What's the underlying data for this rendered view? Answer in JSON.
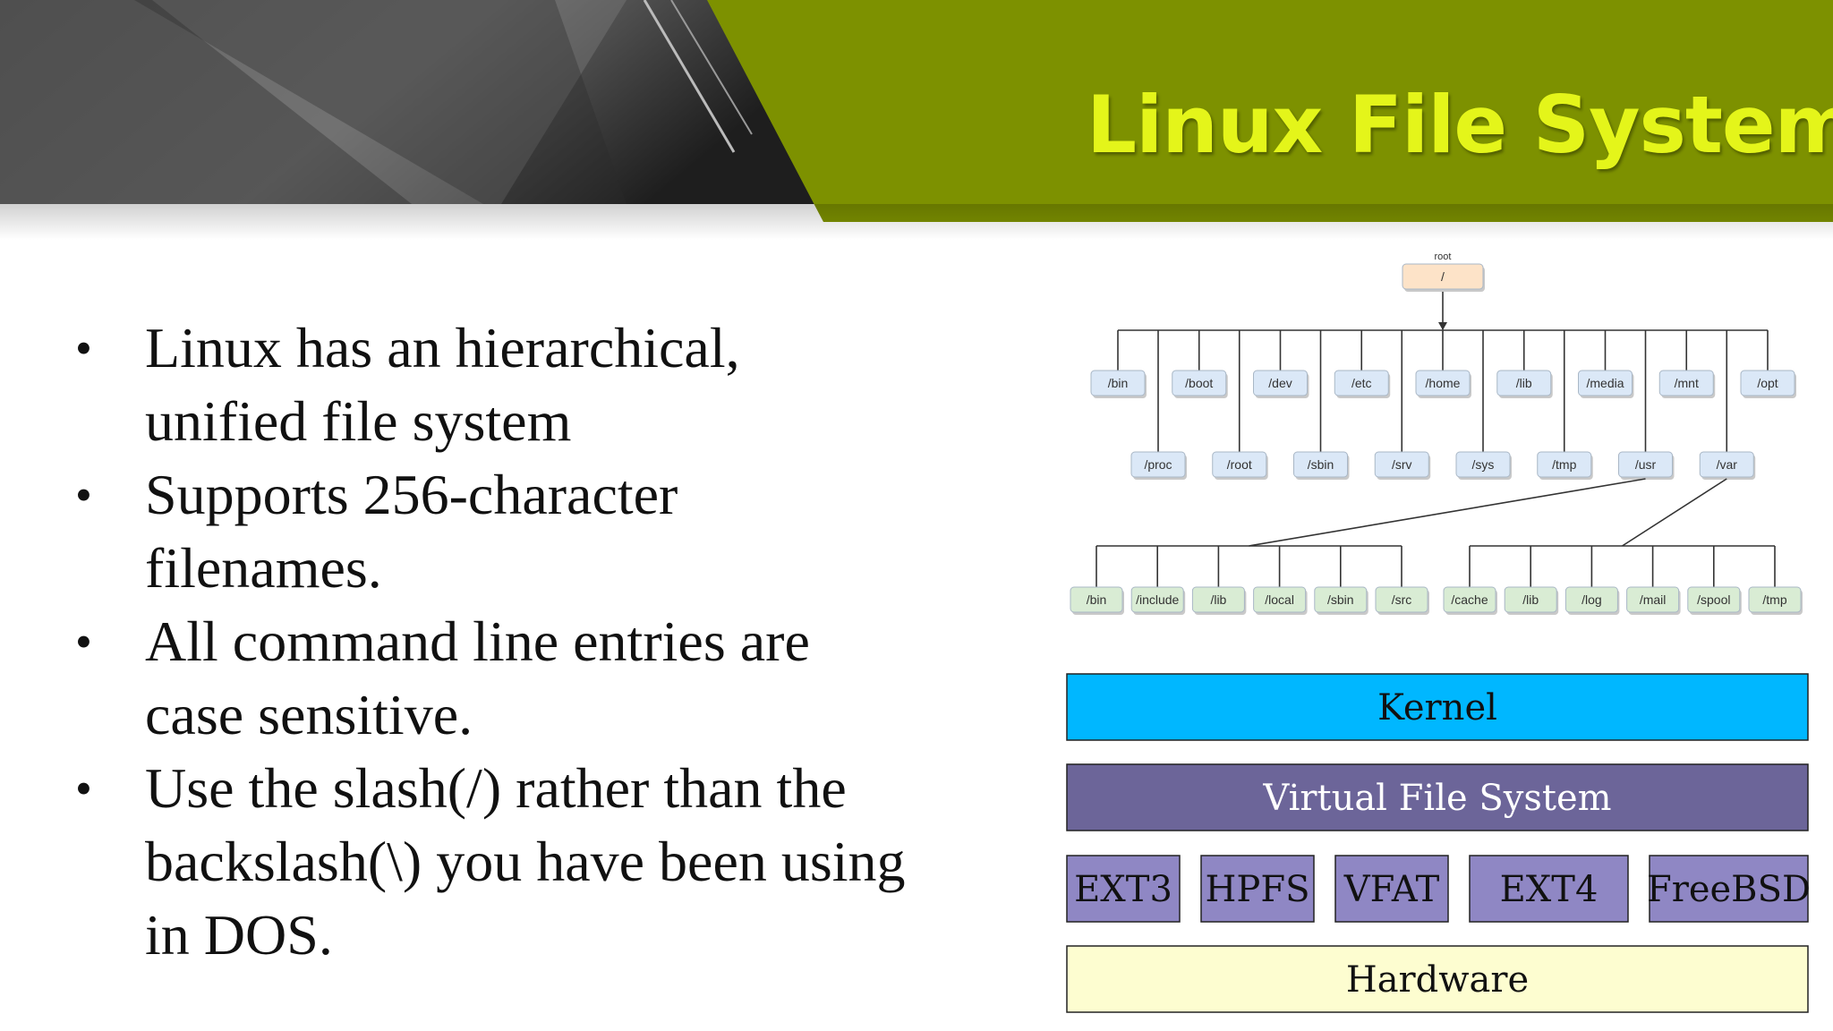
{
  "title": "Linux File System",
  "bullets": [
    {
      "lines": [
        "Linux has an hierarchical,",
        "unified file system"
      ]
    },
    {
      "lines": [
        "Supports 256-character",
        "filenames."
      ]
    },
    {
      "lines": [
        "All command line entries are",
        "case sensitive."
      ]
    },
    {
      "lines": [
        "Use the slash(/) rather than the",
        "backslash(\\) you have been using",
        "in DOS."
      ]
    }
  ],
  "tree": {
    "root_caption": "root",
    "root_label": "/",
    "level1_top": [
      "/bin",
      "/boot",
      "/dev",
      "/etc",
      "/home",
      "/lib",
      "/media",
      "/mnt",
      "/opt"
    ],
    "level1_bottom": [
      "/proc",
      "/root",
      "/sbin",
      "/srv",
      "/sys",
      "/tmp",
      "/usr",
      "/var"
    ],
    "usr_children": [
      "/bin",
      "/include",
      "/lib",
      "/local",
      "/sbin",
      "/src"
    ],
    "var_children": [
      "/cache",
      "/lib",
      "/log",
      "/mail",
      "/spool",
      "/tmp"
    ]
  },
  "layers": {
    "kernel": "Kernel",
    "vfs": "Virtual File System",
    "filesystems": [
      "EXT3",
      "HPFS",
      "VFAT",
      "EXT4",
      "FreeBSD"
    ],
    "hardware": "Hardware"
  },
  "colors": {
    "banner_green": "#7d9100",
    "title_yellow": "#e4f51a",
    "root_fill": "#fde3c8",
    "dir_fill": "#dbe8f7",
    "subdir_fill": "#d9ecd4",
    "kernel": "#00b7ff",
    "vfs": "#6c6599",
    "fs": "#8f87c4",
    "hardware": "#fdfdd0"
  }
}
